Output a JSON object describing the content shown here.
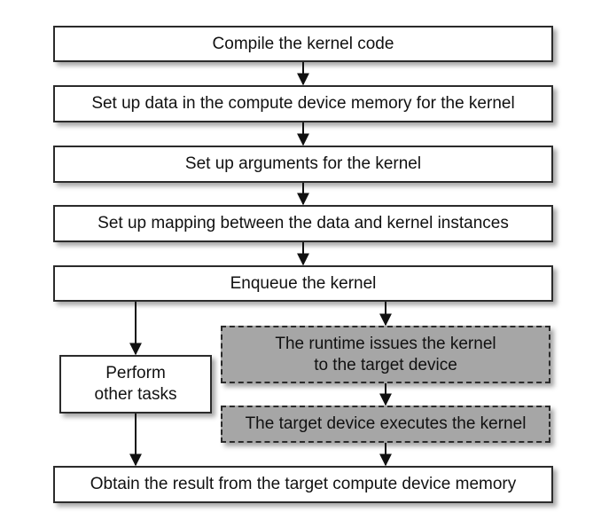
{
  "diagram": {
    "steps": {
      "compile": "Compile the kernel code",
      "setup_data": "Set up data in the compute device memory for the kernel",
      "setup_args": "Set up arguments for the kernel",
      "setup_mapping": "Set up mapping between the data and kernel instances",
      "enqueue": "Enqueue the kernel",
      "perform_other": "Perform\nother tasks",
      "runtime_issues": "The runtime issues the kernel\nto the target device",
      "device_executes": "The target device executes the kernel",
      "obtain_result": "Obtain the result from the target compute device memory"
    },
    "colors": {
      "border": "#2b2b2b",
      "shaded_fill": "#a6a6a6",
      "arrow": "#111111"
    },
    "edges": [
      {
        "from": "compile",
        "to": "setup_data"
      },
      {
        "from": "setup_data",
        "to": "setup_args"
      },
      {
        "from": "setup_args",
        "to": "setup_mapping"
      },
      {
        "from": "setup_mapping",
        "to": "enqueue"
      },
      {
        "from": "enqueue",
        "to": "perform_other"
      },
      {
        "from": "enqueue",
        "to": "runtime_issues"
      },
      {
        "from": "runtime_issues",
        "to": "device_executes"
      },
      {
        "from": "perform_other",
        "to": "obtain_result"
      },
      {
        "from": "device_executes",
        "to": "obtain_result"
      }
    ]
  }
}
